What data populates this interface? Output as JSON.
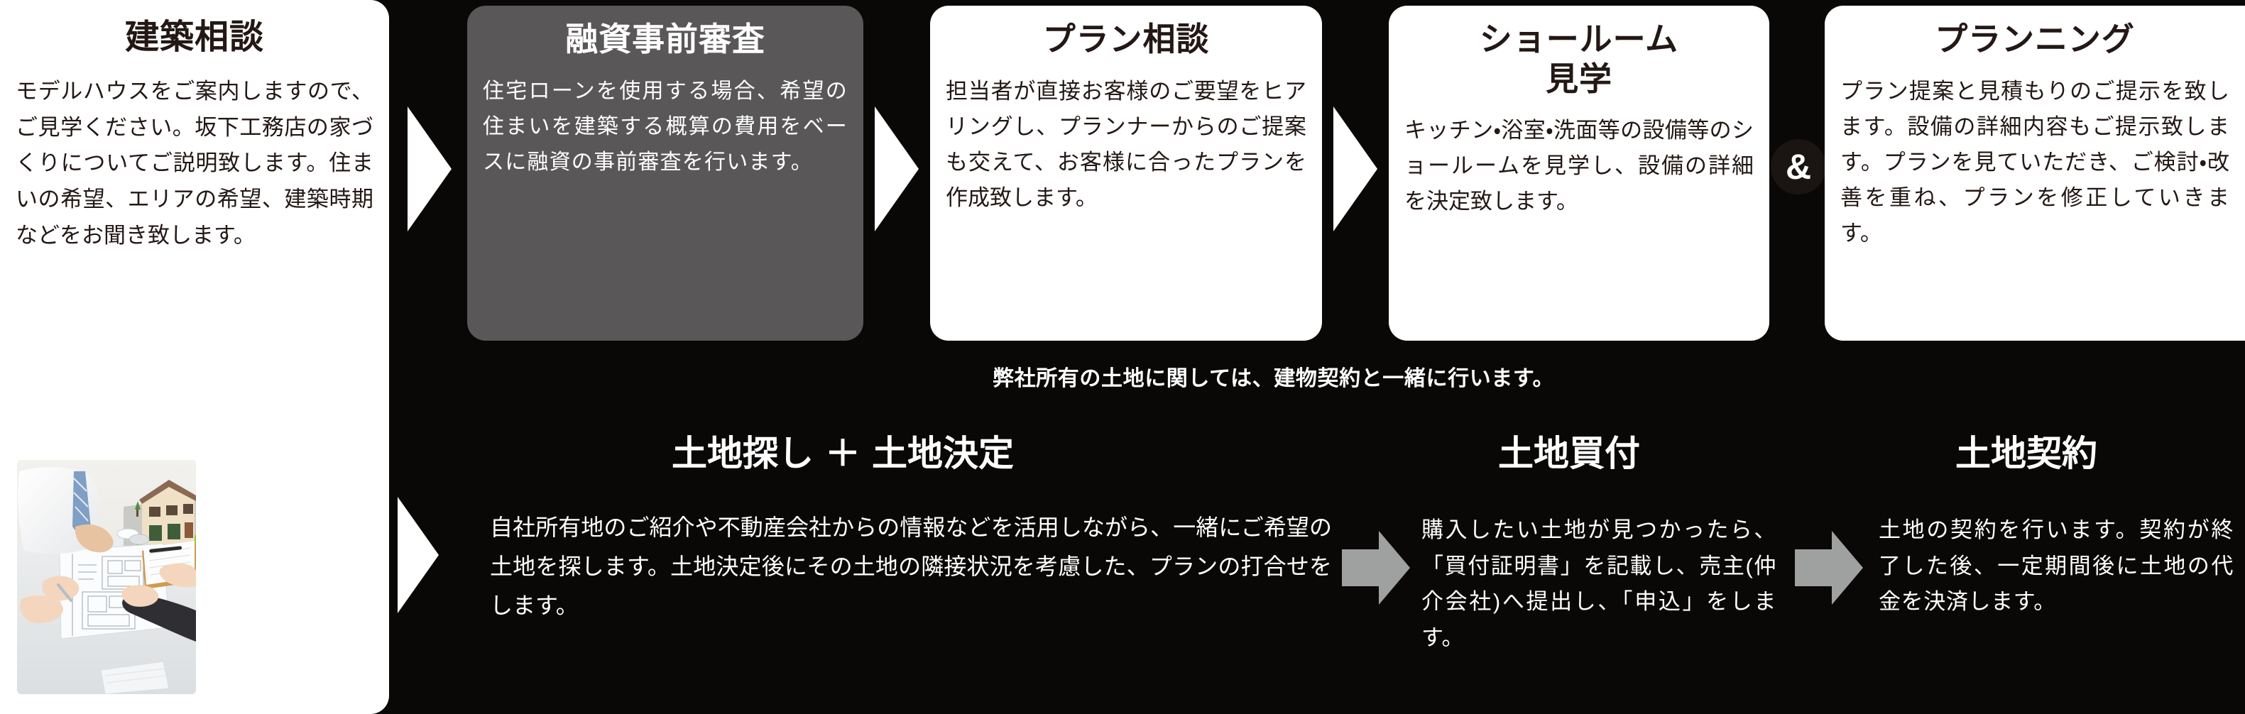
{
  "top_cards": [
    {
      "id": "kenchiku-sodan",
      "title": "建築相談",
      "title_lines": [
        "建築相談"
      ],
      "body": "モデルハウスをご案内しますので、ご見学ください。坂下工務店の家づくりについてご説明致します。住まいの希望、エリアの希望、建築時期などをお聞き致します。",
      "variant": "white",
      "highlight_color": "#d3d3d3"
    },
    {
      "id": "yushi-jizen-shinsa",
      "title": "融資事前審査",
      "title_lines": [
        "融資事前審査"
      ],
      "body": "住宅ローンを使用する場合、希望の住まいを建築する概算の費用をベースに融資の事前審査を行います。",
      "variant": "gray",
      "highlight_color": "#231815"
    },
    {
      "id": "plan-sodan",
      "title": "プラン相談",
      "title_lines": [
        "プラン相談"
      ],
      "body": "担当者が直接お客様のご要望をヒアリングし、プランナーからのご提案も交えて、お客様に合ったプランを作成致します。",
      "variant": "white",
      "highlight_color": "#d3d3d3"
    },
    {
      "id": "showroom-kengaku",
      "title": "ショールーム見学",
      "title_lines": [
        "ショールーム",
        "見学"
      ],
      "body": "キッチン・浴室・洗面等の設備等のショールームを見学し、設備の詳細を決定致します。",
      "variant": "white",
      "highlight_color": "#d3d3d3"
    },
    {
      "id": "planning",
      "title": "プランニング",
      "title_lines": [
        "プランニング"
      ],
      "body": "プラン提案と見積もりのご提示を致します。設備の詳細内容もご提示致します。プランを見ていただき、ご検討・改善を重ね、プランを修正していきます。",
      "variant": "white",
      "highlight_color": "#d3d3d3"
    }
  ],
  "ampersand": {
    "label": "&",
    "between": "showroom-kengaku / planning"
  },
  "note": {
    "text": "弊社所有の土地に関しては、建物契約と一緒に行います。"
  },
  "bottom_blocks": [
    {
      "id": "tochi-sagashi-kettei",
      "title": "土地探し ＋ 土地決定",
      "title_part_a": "土地探し",
      "title_plus": "＋",
      "title_part_b": "土地決定",
      "body": "自社所有地のご紹介や不動産会社からの情報などを活用しながら、一緒にご希望の土地を探します。土地決定後にその土地の隣接状況を考慮した、プランの打合せをします。",
      "highlight_color": "#8b8b8b"
    },
    {
      "id": "tochi-kaitsuke",
      "title": "土地買付",
      "body": "購入したい土地が見つかったら、「買付証明書」を記載し、売主(仲介会社)へ提出し、「申込」をします。",
      "highlight_color": "#8b8b8b"
    },
    {
      "id": "tochi-keiyaku",
      "title": "土地契約",
      "body": "土地の契約を行います。契約が終了した後、一定期間後に土地の代金を決済します。",
      "highlight_color": "#8b8b8b"
    }
  ],
  "photo": {
    "alt": "打合せ写真（設計図・住宅模型を囲む人々）",
    "name": "meeting-blueprint-photo"
  },
  "colors": {
    "background": "#0a0806",
    "card_white": "#ffffff",
    "card_gray": "#595757",
    "ink": "#231815",
    "highlight_light": "#d3d3d3",
    "highlight_dark": "#231815",
    "highlight_bottom": "#8b8b8b",
    "arrow_white": "#ffffff",
    "arrow_gray": "#9fa0a0"
  }
}
